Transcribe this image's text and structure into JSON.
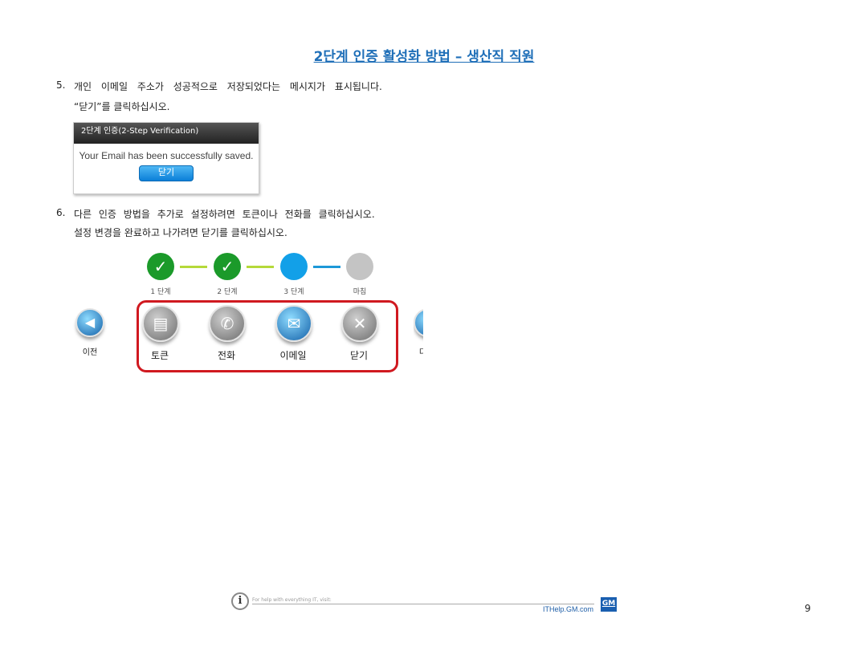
{
  "title": "2단계 인증 활성화 방법 – 생산직 직원",
  "step5": {
    "number": "5.",
    "line1": "개인 이메일 주소가 성공적으로 저장되었다는 메시지가 표시됩니다.",
    "line2": "“닫기”를 클릭하십시오."
  },
  "dialog": {
    "title": "2단계 인증(2-Step Verification)",
    "message": "Your Email has been successfully saved.",
    "button": "닫기"
  },
  "step6": {
    "number": "6.",
    "line1": "다른 인증 방법을 추가로 설정하려면 토큰이나 전화를 클릭하십시오.",
    "line2": "설정 변경을 완료하고 나가려면 닫기를 클릭하십시오."
  },
  "progress": {
    "steps": [
      "1 단계",
      "2 단계",
      "3 단계",
      "마침"
    ],
    "colors": {
      "done": "#1b9a2a",
      "current": "#12a0e8",
      "pending": "#c4c4c4",
      "done_line": "#b5d93a",
      "current_line": "#1d98d8"
    }
  },
  "nav": {
    "prev": "이전",
    "next": "다음",
    "options": [
      "토큰",
      "전화",
      "이메일",
      "닫기"
    ]
  },
  "footer": {
    "help_text": "For help with everything IT, visit:",
    "url": "ITHelp.GM.com",
    "logo": "GM",
    "page_number": "9"
  }
}
